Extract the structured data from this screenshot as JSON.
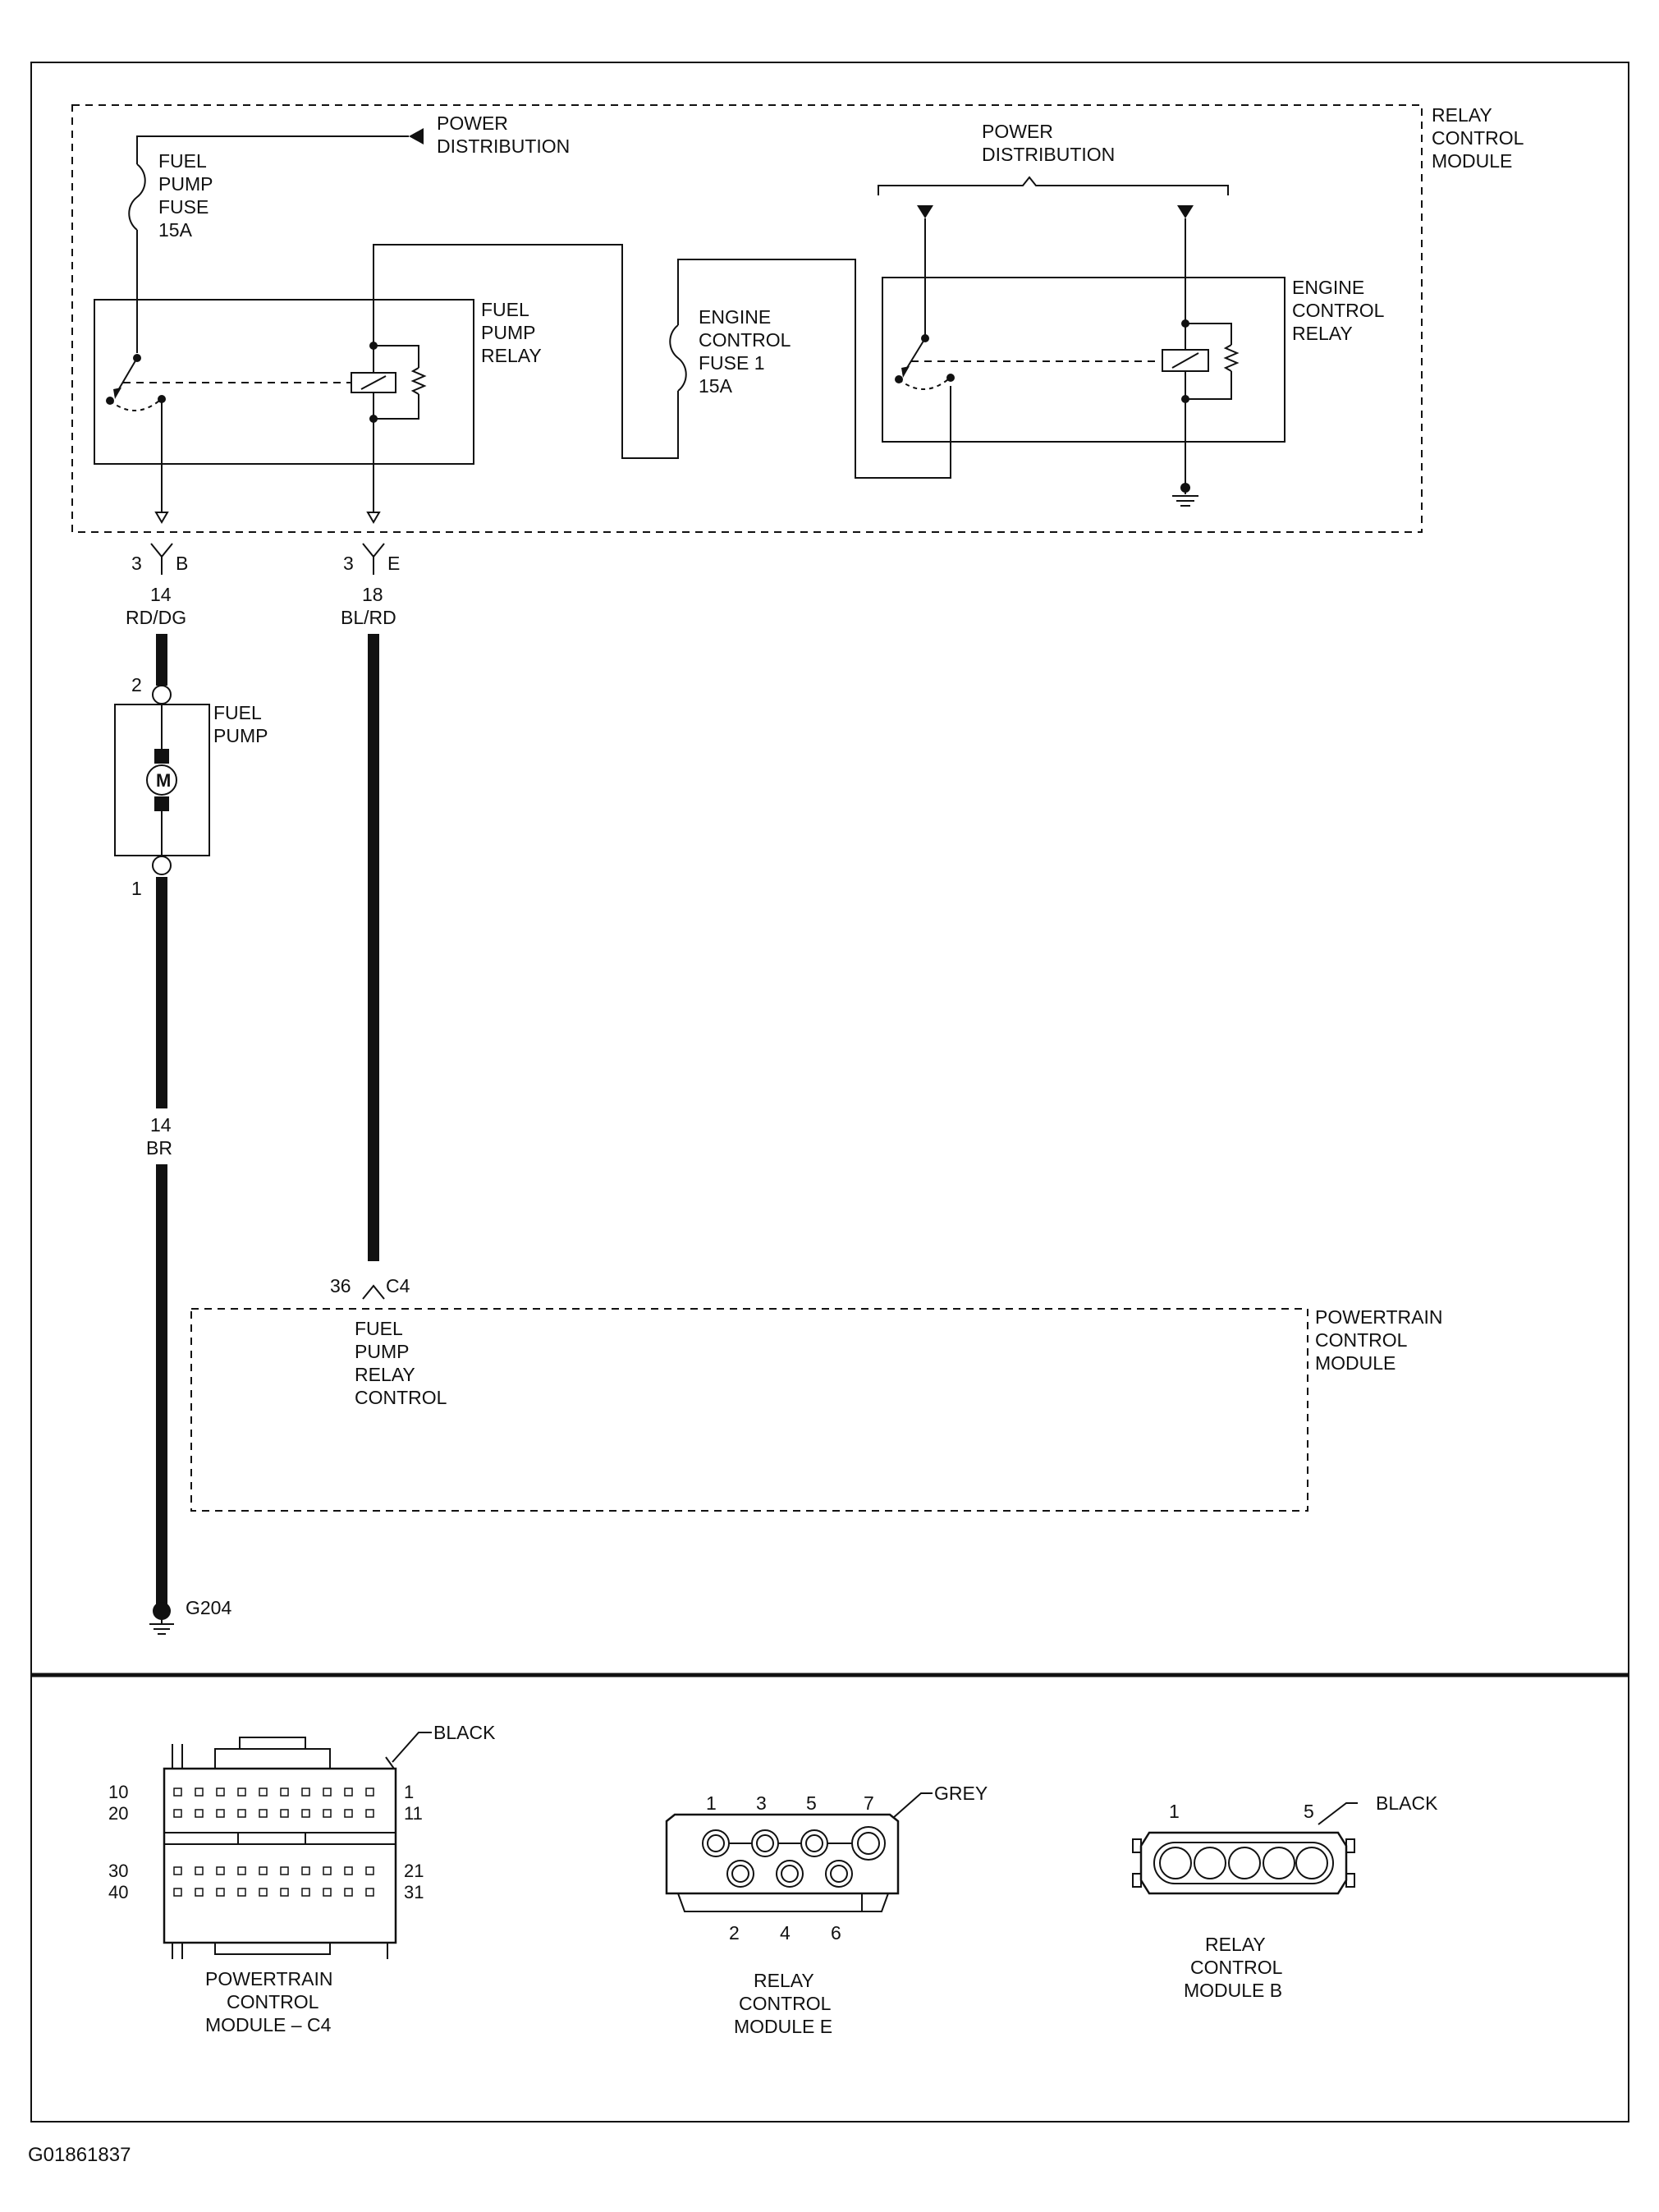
{
  "modules": {
    "relay_control": [
      "RELAY",
      "CONTROL",
      "MODULE"
    ],
    "pcm": [
      "POWERTRAIN",
      "CONTROL",
      "MODULE"
    ]
  },
  "power_dist": {
    "left": [
      "POWER",
      "DISTRIBUTION"
    ],
    "right": [
      "POWER",
      "DISTRIBUTION"
    ]
  },
  "components": {
    "fuel_pump_fuse": [
      "FUEL",
      "PUMP",
      "FUSE",
      "15A"
    ],
    "fuel_pump_relay": [
      "FUEL",
      "PUMP",
      "RELAY"
    ],
    "engine_control_fuse": [
      "ENGINE",
      "CONTROL",
      "FUSE 1",
      "15A"
    ],
    "engine_control_relay": [
      "ENGINE",
      "CONTROL",
      "RELAY"
    ],
    "fuel_pump": [
      "FUEL",
      "PUMP"
    ],
    "motor_symbol": "M",
    "pcm_pin_label": [
      "FUEL",
      "PUMP",
      "RELAY",
      "CONTROL"
    ]
  },
  "connectors": {
    "left_pin": "3",
    "left_id": "B",
    "right_pin": "3",
    "right_id": "E",
    "pcm_pin": "36",
    "pcm_id": "C4"
  },
  "wires": {
    "w1_gauge": "14",
    "w1_color": "RD/DG",
    "w2_gauge": "18",
    "w2_color": "BL/RD",
    "w3_gauge": "14",
    "w3_color": "BR"
  },
  "pump_pins": {
    "top": "2",
    "bottom": "1"
  },
  "ground": "G204",
  "connector_views": {
    "pcm_c4": {
      "color": "BLACK",
      "left_pins": [
        "10",
        "20",
        "30",
        "40"
      ],
      "right_pins": [
        "1",
        "11",
        "21",
        "31"
      ],
      "name": [
        "POWERTRAIN",
        "CONTROL",
        "MODULE – C4"
      ]
    },
    "rcm_e": {
      "color": "GREY",
      "top_pins": [
        "1",
        "3",
        "5",
        "7"
      ],
      "bottom_pins": [
        "2",
        "4",
        "6"
      ],
      "name": [
        "RELAY",
        "CONTROL",
        "MODULE E"
      ]
    },
    "rcm_b": {
      "color": "BLACK",
      "top_pins": [
        "1",
        "5"
      ],
      "name": [
        "RELAY",
        "CONTROL",
        "MODULE B"
      ]
    }
  },
  "figure_id": "G01861837"
}
